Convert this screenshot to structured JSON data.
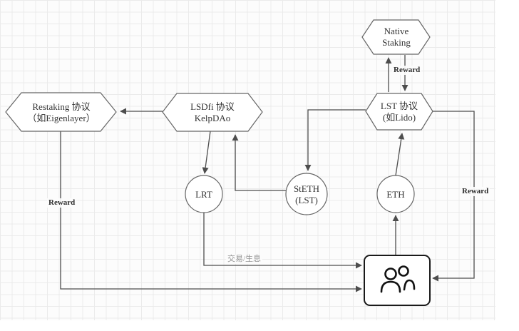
{
  "diagram": {
    "nodes": {
      "native_staking": {
        "line1": "Native",
        "line2": "Staking"
      },
      "lst": {
        "line1": "LST 协议",
        "line2": "(如Lido)"
      },
      "lsdfi": {
        "line1": "LSDfi 协议",
        "line2": "KelpDAo"
      },
      "restaking": {
        "line1": "Restaking 协议",
        "line2": "（如Eigenlayer）"
      },
      "lrt": {
        "label": "LRT"
      },
      "steth": {
        "line1": "StETH",
        "line2": "(LST)"
      },
      "eth": {
        "label": "ETH"
      }
    },
    "edge_labels": {
      "reward_native": "Reward",
      "reward_restaking": "Reward",
      "reward_lst": "Reward",
      "trade_yield": "交易/生息"
    },
    "colors": {
      "line": "#4d4d4d",
      "node_border": "#666666",
      "node_fill": "#ffffff",
      "text": "#333333",
      "muted_text": "#949494",
      "users_box_border": "#1a1a1a",
      "grid_line": "#ebebeb",
      "background": "#fcfcfc"
    }
  }
}
